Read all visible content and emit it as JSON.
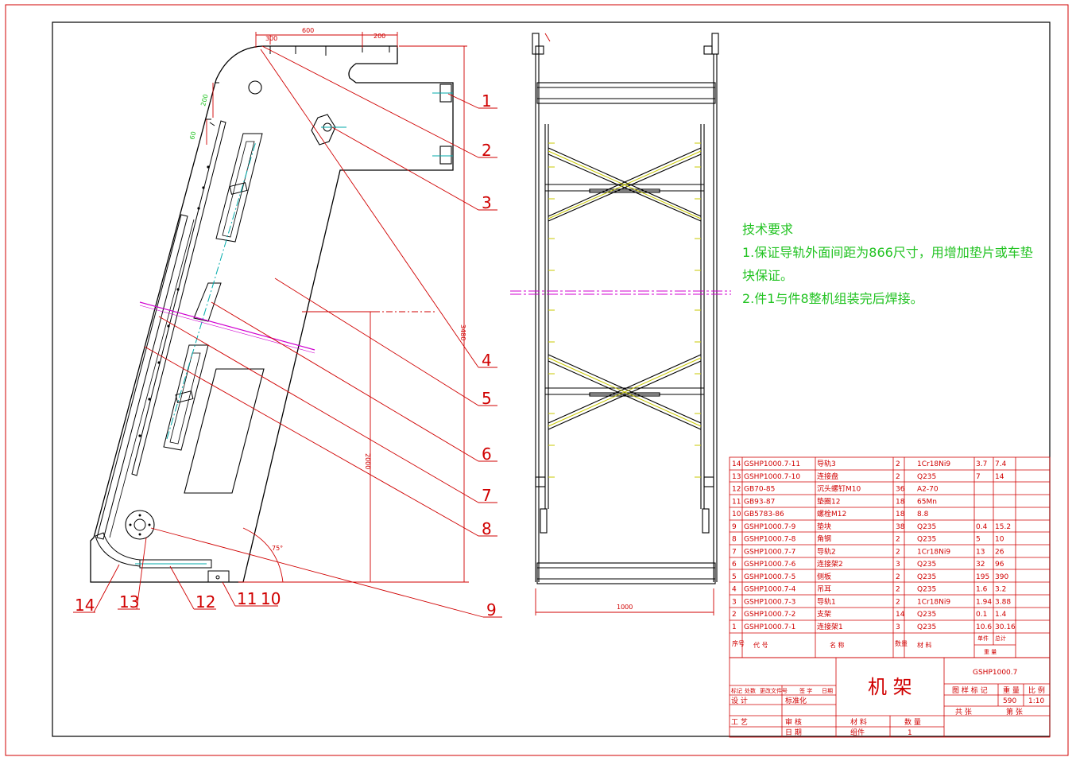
{
  "drawing": {
    "number": "GSHP1000.7",
    "name": "机 架",
    "mass": "590",
    "scale": "1:10"
  },
  "dimensions": {
    "top_300": "300",
    "top_600": "600",
    "top_200": "200",
    "side_200": "200",
    "side_60": "60",
    "height_3480": "3480",
    "height_2000": "2000",
    "angle": "75°",
    "width_1000": "1000"
  },
  "balloons": [
    "1",
    "2",
    "3",
    "4",
    "5",
    "6",
    "7",
    "8",
    "9",
    "14",
    "13",
    "12",
    "11",
    "10"
  ],
  "notes": {
    "title": "技术要求",
    "line1": "1.保证导轨外面间距为866尺寸，用增加垫片或车垫",
    "line1b": "块保证。",
    "line2": "2.件1与件8整机组装完后焊接。"
  },
  "bom": {
    "rows": [
      {
        "no": "14",
        "code": "GSHP1000.7-11",
        "name": "导轨3",
        "qty": "2",
        "mat": "1Cr18Ni9",
        "unit": "3.7",
        "total": "7.4"
      },
      {
        "no": "13",
        "code": "GSHP1000.7-10",
        "name": "连接盘",
        "qty": "2",
        "mat": "Q235",
        "unit": "7",
        "total": "14"
      },
      {
        "no": "12",
        "code": "GB70-85",
        "name": "沉头螺钉M10",
        "qty": "36",
        "mat": "A2-70",
        "unit": "",
        "total": ""
      },
      {
        "no": "11",
        "code": "GB93-87",
        "name": "垫圈12",
        "qty": "18",
        "mat": "65Mn",
        "unit": "",
        "total": ""
      },
      {
        "no": "10",
        "code": "GB5783-86",
        "name": "螺栓M12",
        "qty": "18",
        "mat": "8.8",
        "unit": "",
        "total": ""
      },
      {
        "no": "9",
        "code": "GSHP1000.7-9",
        "name": "垫块",
        "qty": "38",
        "mat": "Q235",
        "unit": "0.4",
        "total": "15.2"
      },
      {
        "no": "8",
        "code": "GSHP1000.7-8",
        "name": "角钢",
        "qty": "2",
        "mat": "Q235",
        "unit": "5",
        "total": "10"
      },
      {
        "no": "7",
        "code": "GSHP1000.7-7",
        "name": "导轨2",
        "qty": "2",
        "mat": "1Cr18Ni9",
        "unit": "13",
        "total": "26"
      },
      {
        "no": "6",
        "code": "GSHP1000.7-6",
        "name": "连接架2",
        "qty": "3",
        "mat": "Q235",
        "unit": "32",
        "total": "96"
      },
      {
        "no": "5",
        "code": "GSHP1000.7-5",
        "name": "侧板",
        "qty": "2",
        "mat": "Q235",
        "unit": "195",
        "total": "390"
      },
      {
        "no": "4",
        "code": "GSHP1000.7-4",
        "name": "吊耳",
        "qty": "2",
        "mat": "Q235",
        "unit": "1.6",
        "total": "3.2"
      },
      {
        "no": "3",
        "code": "GSHP1000.7-3",
        "name": "导轨1",
        "qty": "2",
        "mat": "1Cr18Ni9",
        "unit": "1.94",
        "total": "3.88"
      },
      {
        "no": "2",
        "code": "GSHP1000.7-2",
        "name": "支架",
        "qty": "14",
        "mat": "Q235",
        "unit": "0.1",
        "total": "1.4"
      },
      {
        "no": "1",
        "code": "GSHP1000.7-1",
        "name": "连接架1",
        "qty": "3",
        "mat": "Q235",
        "unit": "10.6",
        "total": "30.16"
      }
    ],
    "header": {
      "no": "序号",
      "code": "代  号",
      "name": "名    称",
      "qty": "数量",
      "mat": "材    料",
      "single": "单件",
      "total": "总计",
      "mass": "重    量"
    }
  },
  "title_block": {
    "marks": "标记",
    "count": "处数",
    "change_doc": "更改文件号",
    "sign": "签  字",
    "date": "日期",
    "design": "设  计",
    "standard": "标准化",
    "process": "工  艺",
    "review": "审  核",
    "approve": "日  期",
    "material_label": "材    料",
    "qty_label": "数    量",
    "material_value": "组件",
    "qty_value": "1",
    "stage": "图 样 标 记",
    "mass_label": "重 量",
    "scale_label": "比 例",
    "sheets": "共    张",
    "sheet_no": "第    张"
  }
}
